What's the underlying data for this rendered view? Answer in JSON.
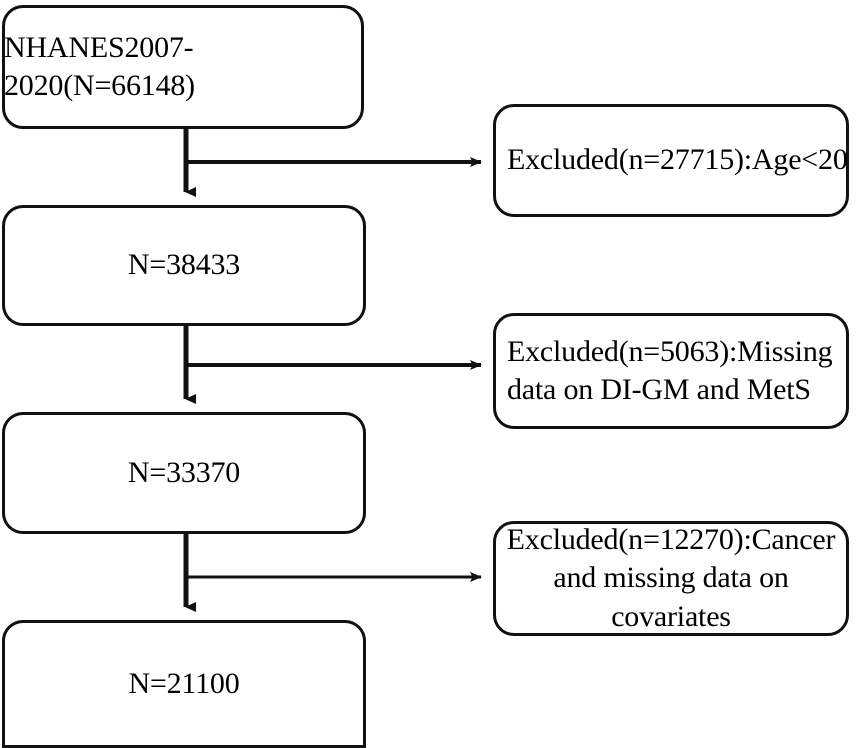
{
  "diagram": {
    "title": "NHANES participant selection flowchart",
    "type": "flowchart",
    "stroke_color": "#111111",
    "background_color": "#ffffff",
    "text_color": "#000000"
  },
  "cohort_nodes": [
    {
      "id": "baseline",
      "label": "NHANES2007-2020(N=66148)",
      "count": 66148
    },
    {
      "id": "after-age",
      "label": "N=38433",
      "count": 38433
    },
    {
      "id": "after-data",
      "label": "N=33370",
      "count": 33370
    },
    {
      "id": "final",
      "label": "N=21100",
      "count": 21100
    }
  ],
  "exclusion_nodes": [
    {
      "id": "excl-age",
      "label": "Excluded(n=27715):Age<20",
      "count": 27715,
      "reason": "Age<20"
    },
    {
      "id": "excl-missing",
      "label": "Excluded(n=5063):Missing\ndata on DI-GM and MetS",
      "count": 5063,
      "reason": "Missing data on DI-GM and MetS"
    },
    {
      "id": "excl-covariates",
      "label": "Excluded(n=12270):Cancer\nand missing data on\ncovariates",
      "count": 12270,
      "reason": "Cancer and missing data on covariates"
    }
  ],
  "connectors": [
    {
      "id": "conn-1",
      "from": "baseline",
      "to": "after-age",
      "branch_to": "excl-age"
    },
    {
      "id": "conn-2",
      "from": "after-age",
      "to": "after-data",
      "branch_to": "excl-missing"
    },
    {
      "id": "conn-3",
      "from": "after-data",
      "to": "final",
      "branch_to": "excl-covariates"
    }
  ]
}
